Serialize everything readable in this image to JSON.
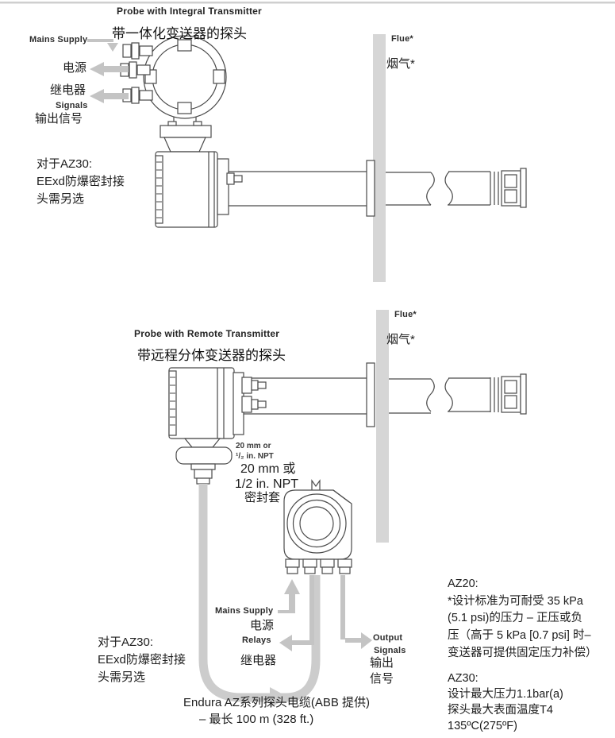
{
  "top": {
    "title_en": "Probe with Integral Transmitter",
    "title_zh": "带一体化变送器的探头",
    "mains_en": "Mains Supply",
    "mains_zh": "电源",
    "relays_zh": "继电器",
    "signals_en": "Signals",
    "signals_zh": "输出信号",
    "flue_en": "Flue*",
    "flue_zh": "烟气*",
    "az30_l1": "对于AZ30:",
    "az30_l2": "EExd防爆密封接",
    "az30_l3": "头需另选"
  },
  "bottom": {
    "title_en": "Probe with Remote Transmitter",
    "title_zh": "带远程分体变送器的探头",
    "flue_en": "Flue*",
    "flue_zh": "烟气*",
    "npt_en_l1": "20 mm or",
    "npt_en_l2": "¹/₂ in. NPT",
    "npt_zh_l1": "20 mm 或",
    "npt_zh_l2": "1/2 in. NPT",
    "npt_zh_l3": "密封套",
    "mains_en": "Mains Supply",
    "mains_zh": "电源",
    "relays_en": "Relays",
    "relays_zh": "继电器",
    "output_en_l1": "Output",
    "output_en_l2": "Signals",
    "output_zh_l1": "输出",
    "output_zh_l2": "信号",
    "az30_l1": "对于AZ30:",
    "az30_l2": "EExd防爆密封接",
    "az30_l3": "头需另选"
  },
  "notes": {
    "az20_l1": "AZ20:",
    "az20_l2": "*设计标准为可耐受 35 kPa",
    "az20_l3": "(5.1 psi)的压力 – 正压或负",
    "az20_l4": "压（高于 5 kPa [0.7 psi] 时–",
    "az20_l5": "变送器可提供固定压力补偿）",
    "az30_l1": "AZ30:",
    "az30_l2": "设计最大压力1.1bar(a)",
    "az30_l3": "探头最大表面温度T4",
    "az30_l4": "135ºC(275ºF)",
    "cable_l1": "Endura AZ系列探头电缆(ABB 提供)",
    "cable_l2": "– 最长 100 m (328 ft.)"
  },
  "colors": {
    "line": "#4a4a4a",
    "arrow": "#c4c4c4",
    "wall": "#d6d6d6",
    "text": "#222222"
  }
}
